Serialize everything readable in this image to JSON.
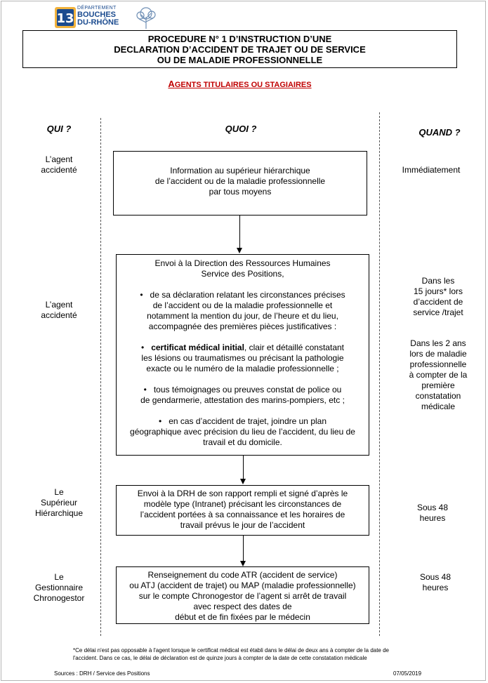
{
  "header": {
    "logo_small": "DÉPARTEMENT",
    "logo_line1": "BOUCHES",
    "logo_line2": "DU-RHÔNE",
    "title_lines": [
      "PROCEDURE N° 1 D’INSTRUCTION D’UNE",
      "DECLARATION D’ACCIDENT DE TRAJET OU DE SERVICE",
      "OU DE MALADIE PROFESSIONNELLE"
    ],
    "subtitle_first": "A",
    "subtitle_rest": "GENTS TITULAIRES OU STAGIAIRES"
  },
  "columns": {
    "qui": "QUI ?",
    "quoi": "QUOI ?",
    "quand": "QUAND ?"
  },
  "rows": [
    {
      "qui": [
        "L’agent",
        "accidenté"
      ],
      "quoi": [
        "Information au supérieur hiérarchique",
        "de l’accident ou de la maladie professionnelle",
        "par tous moyens"
      ],
      "quand": [
        "Immédiatement"
      ]
    },
    {
      "qui": [
        "L’agent",
        "accidenté"
      ],
      "quoi_intro": [
        "Envoi à la Direction des Ressources Humaines",
        "Service des Positions,"
      ],
      "bullets": [
        {
          "bold": "",
          "lines": [
            "de sa déclaration relatant les circonstances précises",
            "de l’accident ou de la maladie professionnelle et",
            "notamment la mention du jour, de l’heure et du lieu,",
            "accompagnée des premières pièces justificatives :"
          ]
        },
        {
          "bold": "certificat médical initial",
          "lines": [
            ", clair et détaillé constatant",
            "les lésions ou traumatismes ou précisant la pathologie",
            "exacte ou le numéro de la maladie professionnelle ;"
          ]
        },
        {
          "bold": "",
          "lines": [
            "tous témoignages ou preuves constat de police ou",
            "de gendarmerie, attestation des marins-pompiers, etc ;"
          ]
        },
        {
          "bold": "",
          "lines": [
            "en cas d’accident de trajet, joindre un plan",
            "géographique avec précision du lieu de l’accident, du lieu de",
            "travail et du domicile."
          ]
        }
      ],
      "quand_a": [
        "Dans les",
        "15 jours* lors",
        "d’accident de",
        "service /trajet"
      ],
      "quand_b": [
        "Dans les 2 ans",
        "lors de maladie",
        "professionnelle",
        "à compter de la",
        "première",
        "constatation",
        "médicale"
      ]
    },
    {
      "qui": [
        "Le",
        "Supérieur",
        "Hiérarchique"
      ],
      "quoi": [
        "Envoi à la DRH de son rapport rempli et signé d’après le",
        "modèle type (Intranet) précisant les circonstances de",
        "l’accident portées à sa connaissance et les horaires de",
        "travail prévus le jour de l’accident"
      ],
      "quand": [
        "Sous 48",
        "heures"
      ]
    },
    {
      "qui": [
        "Le",
        "Gestionnaire",
        "Chronogestor"
      ],
      "quoi": [
        "Renseignement du code ATR (accident de service)",
        "ou ATJ (accident de trajet) ou MAP (maladie professionnelle)",
        "sur le compte Chronogestor de l’agent si arrêt de travail",
        "avec respect des dates de",
        "début et de fin fixées par le médecin"
      ],
      "quand": [
        "Sous 48",
        "heures"
      ]
    }
  ],
  "footnote": [
    "*Ce délai n'est pas opposable à l'agent lorsque le certificat médical est établi dans le délai de deux ans à compter de la date de",
    "l'accident. Dans ce cas, le délai de déclaration est de quinze jours à compter de la date de cette constatation médicale"
  ],
  "footer": {
    "sources": "Sources : DRH / Service des Positions",
    "date": "07/05/2019"
  }
}
